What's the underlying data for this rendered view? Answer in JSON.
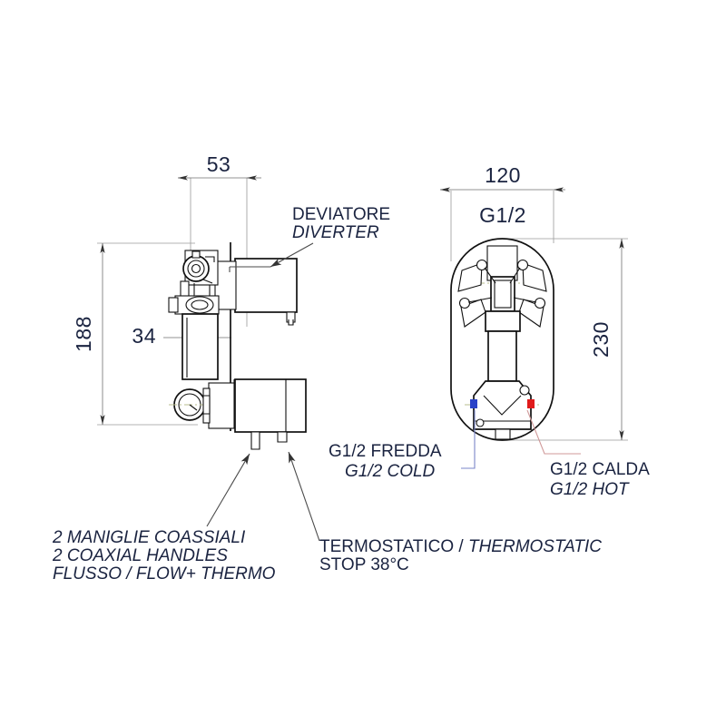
{
  "drawing": {
    "title": "Built-in shower mixer technical drawing",
    "background_color": "#ffffff",
    "line_color": "#111111",
    "dimension_color": "#1a2340",
    "cold_marker_color": "#2b43c8",
    "hot_marker_color": "#e01b1b"
  },
  "side_view": {
    "name": "side-section-view",
    "dimensions": {
      "depth": "53",
      "pipe_width": "34",
      "height": "188"
    }
  },
  "front_view": {
    "name": "front-view",
    "dimensions": {
      "width": "120",
      "height": "230"
    },
    "thread_label": "G1/2"
  },
  "callouts": {
    "diverter": {
      "line1": "DEVIATORE",
      "line2": "DIVERTER"
    },
    "handles": {
      "line1": "2 MANIGLIE COASSIALI",
      "line2": "2 COAXIAL HANDLES",
      "line3": "FLUSSO / FLOW+ THERMO"
    },
    "thermostatic": {
      "line1": "TERMOSTATICO / ",
      "line1_italic": "THERMOSTATIC",
      "line2": "STOP 38°C"
    },
    "cold": {
      "line1": "G1/2 FREDDA",
      "line2": "G1/2 COLD"
    },
    "hot": {
      "line1": "G1/2 CALDA",
      "line2": "G1/2 HOT"
    }
  }
}
